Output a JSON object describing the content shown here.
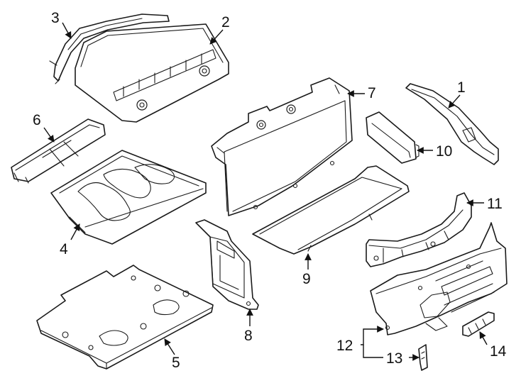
{
  "diagram": {
    "callouts": [
      "1",
      "2",
      "3",
      "4",
      "5",
      "6",
      "7",
      "8",
      "9",
      "10",
      "11",
      "12",
      "13",
      "14"
    ],
    "colors": {
      "line": "#1a1a1a",
      "background": "#ffffff"
    }
  }
}
